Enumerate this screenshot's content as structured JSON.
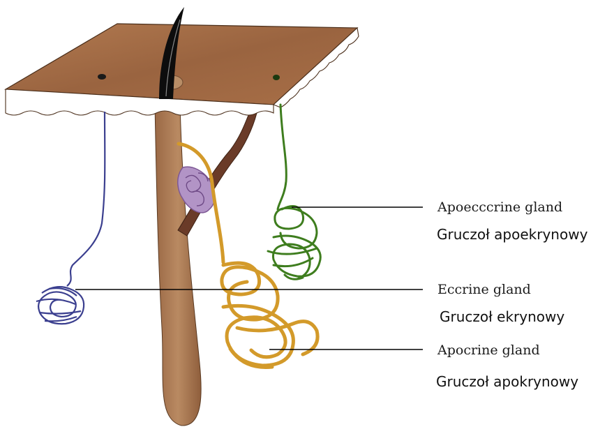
{
  "labels": {
    "apoeccrine": {
      "en": "Apoecccrine gland",
      "pl": "Gruczoł apoekrynowy"
    },
    "eccrine": {
      "en": "Eccrine gland",
      "pl": "Gruczoł ekrynowy"
    },
    "apocrine": {
      "en": "Apocrine gland",
      "pl": "Gruczoł apokrynowy"
    }
  },
  "colors": {
    "skin": "#a06a44",
    "skin_dark": "#6e4226",
    "hair": "#111111",
    "eccrine": "#3b3f8f",
    "apoeccrine": "#3e7d1e",
    "apocrine": "#d39a2a",
    "sebaceous": "#9a6fb0",
    "leader_line": "#000000"
  }
}
